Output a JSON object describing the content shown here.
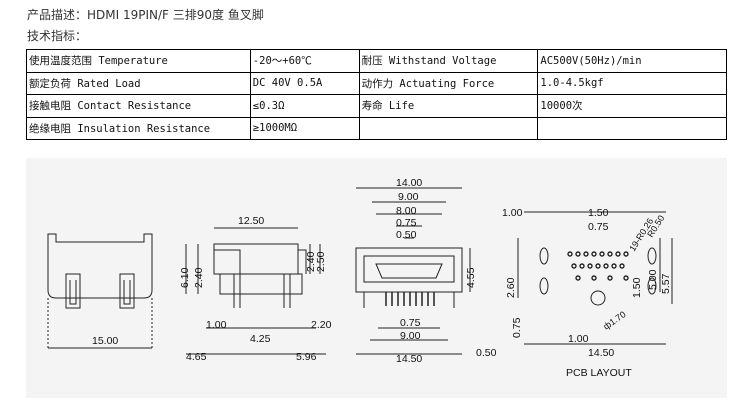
{
  "header": {
    "product_line": "产品描述：HDMI 19PIN/F 三排90度 鱼叉脚",
    "tech_title": "技术指标："
  },
  "spec_table": {
    "rows": [
      [
        "使用温度范围 Temperature",
        "-20～+60℃",
        "耐压 Withstand Voltage",
        "AC500V(50Hz)/min"
      ],
      [
        "额定负荷 Rated Load",
        "DC 40V 0.5A",
        "动作力 Actuating Force",
        "1.0-4.5kgf"
      ],
      [
        "接触电阻 Contact Resistance",
        "≤0.3Ω",
        "寿命 Life",
        "10000次"
      ],
      [
        "绝缘电阻 Insulation Resistance",
        "≥1000MΩ",
        "",
        ""
      ]
    ]
  },
  "drawing": {
    "front_view": {
      "width": "15.00"
    },
    "side_view": {
      "top": "12.50",
      "left_h1": "6.10",
      "left_h2": "2.40",
      "right_h1": "2.40",
      "right_h2": "2.50",
      "b1": "1.00",
      "b2": "4.25",
      "b3": "2.20",
      "b4": "4.65",
      "b5": "5.96"
    },
    "rear_view": {
      "top1": "14.00",
      "top2": "9.00",
      "top3": "8.00",
      "top4": "0.75",
      "top5": "0.50",
      "right_h": "4.55",
      "b1": "0.75",
      "b2": "9.00",
      "b3": "14.50",
      "b4": "0.50"
    },
    "pcb_layout": {
      "t1": "1.00",
      "t2": "1.50",
      "t3": "0.75",
      "r1": "19-R0.26",
      "r2": "R0.50",
      "left_h": "2.60",
      "side1": "1.50",
      "side2": "5.00",
      "side3": "5.57",
      "hole": "ф1.70",
      "b1": "0.75",
      "b2": "1.00",
      "b3": "14.50",
      "label": "PCB LAYOUT"
    }
  }
}
